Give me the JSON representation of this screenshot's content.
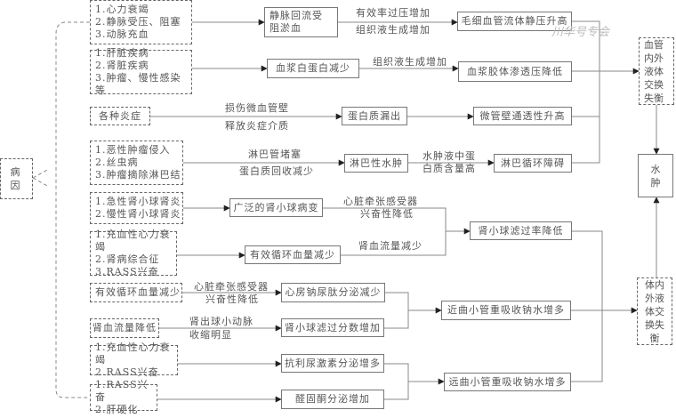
{
  "root": "病因",
  "causes": [
    [
      "1.心力衰竭",
      "2.静脉受压、阻塞",
      "3.动脉充血"
    ],
    [
      "1.肝脏疾病",
      "2.肾脏疾病",
      "3.肿瘤、慢性感染等"
    ],
    [
      "各种炎症"
    ],
    [
      "1.恶性肿瘤侵入",
      "2.丝虫病",
      "3.肿瘤摘除淋巴结"
    ],
    [
      "1.急性肾小球肾炎",
      "2.慢性肾小球肾炎"
    ],
    [
      "1.充血性心力衰竭",
      "2.肾病综合征",
      "3.RASS兴奋"
    ],
    [
      "有效循环血量减少"
    ],
    [
      "肾血流量降低"
    ],
    [
      "1.充血性心力衰竭",
      "2.RASS兴奋"
    ],
    [
      "1.RASS兴奋",
      "2.肝硬化"
    ]
  ],
  "mid": [
    "静脉回流受阻淤血",
    "血浆白蛋白减少",
    "蛋白质漏出",
    "淋巴性水肿",
    "广泛的肾小球病变",
    "有效循环血量减少",
    "心房钠尿肽分泌减少",
    "肾小球滤过分数增加",
    "抗利尿激素分泌增多",
    "醛固酮分泌增加"
  ],
  "right": [
    "毛细血管流体静压升高",
    "血浆胶体渗透压降低",
    "微管壁通透性升高",
    "淋巴循环障碍",
    "肾小球滤过率降低",
    "近曲小管重吸收钠水增多",
    "远曲小管重吸收钠水增多"
  ],
  "labels": {
    "l1a": "有效率过压增加",
    "l1b": "组织液生成增加",
    "l2": "组织液生成增加",
    "l3a": "损伤微血管壁",
    "l3b": "释放炎症介质",
    "l4a": "淋巴管堵塞",
    "l4b": "蛋白质回收减少",
    "l4c": "水肿液中蛋",
    "l4d": "白质含量高",
    "l5a": "心脏牵张感受器",
    "l5b": "兴奋性降低",
    "l6": "肾血流量减少",
    "l7a": "心脏牵张感受器",
    "l7b": "兴奋性降低",
    "l8a": "肾出球小动脉",
    "l8b": "收缩明显"
  },
  "outcomes": {
    "vascular": "血管内外液体交换失衡",
    "body": "体内外液体交换失衡",
    "edema": "水肿"
  },
  "watermark": "川华号专会"
}
